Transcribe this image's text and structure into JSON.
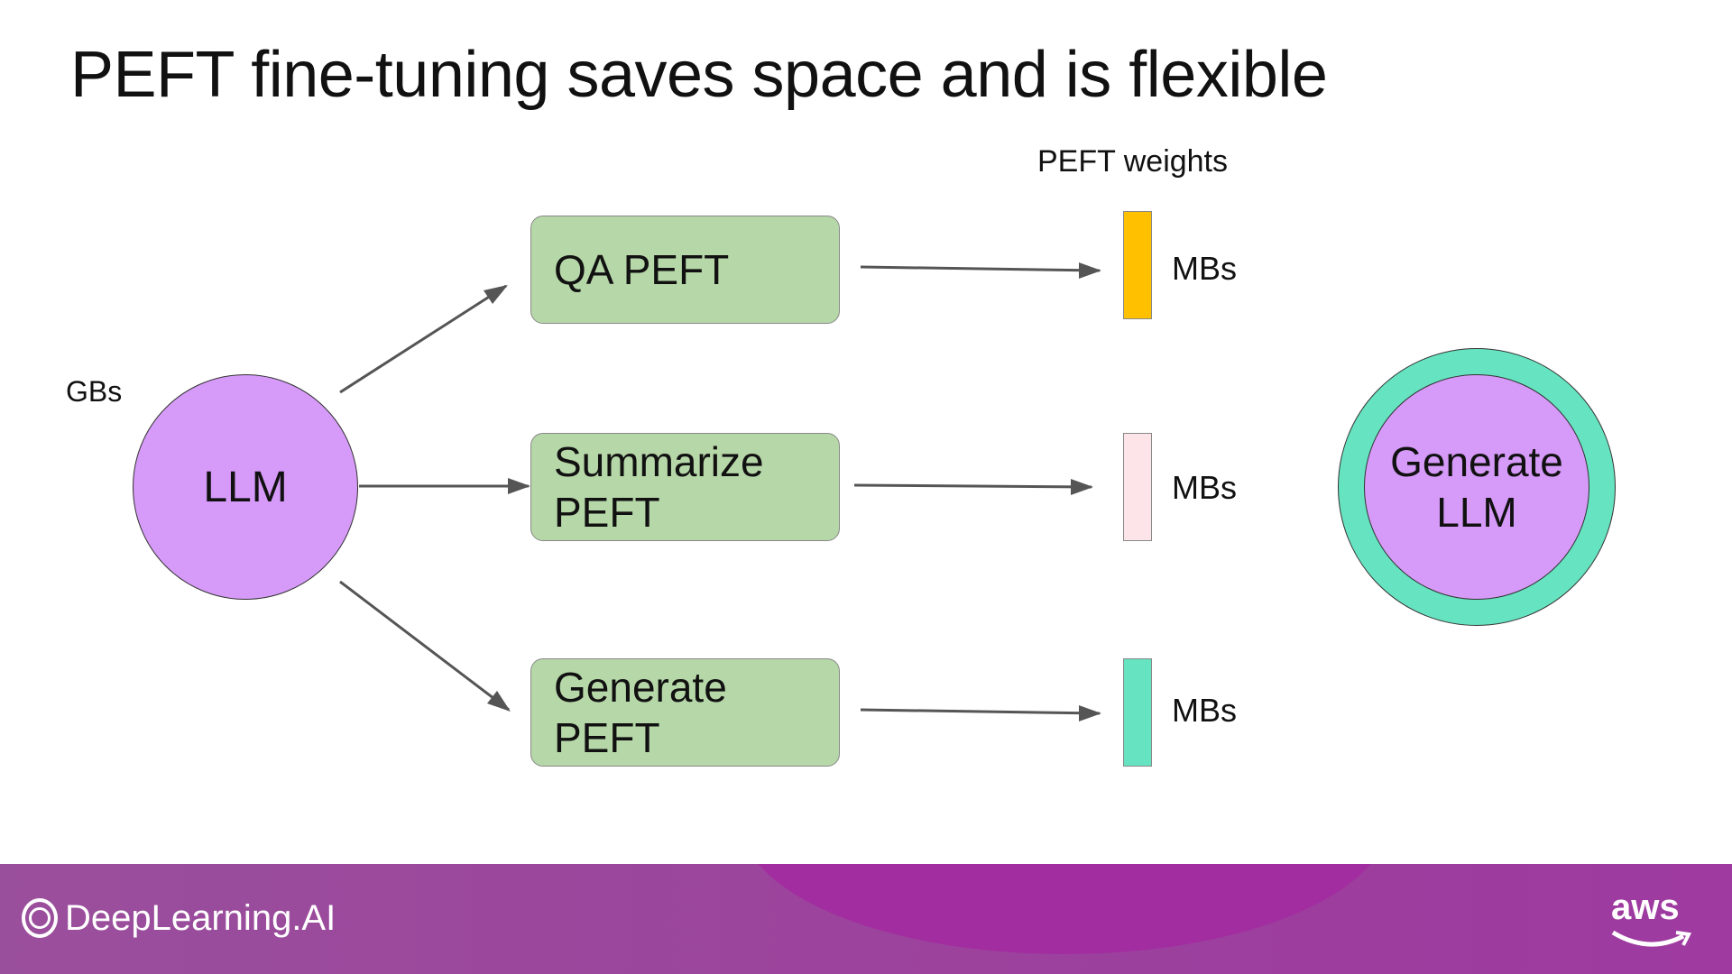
{
  "title": "PEFT fine-tuning saves space and is flexible",
  "llm": {
    "label": "LLM",
    "size_label": "GBs"
  },
  "weights_header": "PEFT weights",
  "tasks": [
    {
      "label": "QA PEFT",
      "size": "MBs",
      "color": "#ffc000"
    },
    {
      "label": "Summarize PEFT",
      "size": "MBs",
      "color": "#fce4e8"
    },
    {
      "label": "Generate PEFT",
      "size": "MBs",
      "color": "#66e3c0"
    }
  ],
  "combined": {
    "label": "Generate LLM",
    "ring_color": "#66e3c0",
    "core_color": "#d69af8"
  },
  "footer": {
    "brand": "DeepLearning.AI",
    "partner": "aws"
  }
}
